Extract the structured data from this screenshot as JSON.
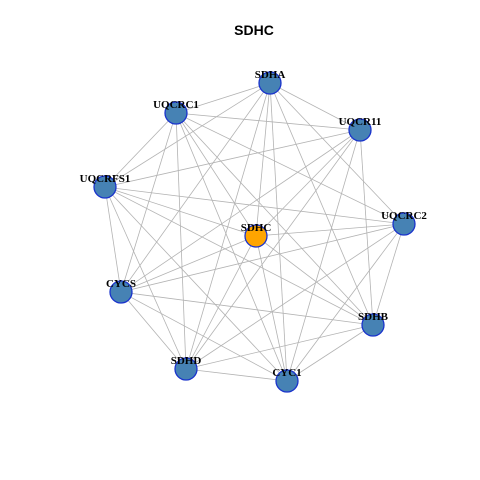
{
  "title": "SDHC",
  "colors": {
    "background": "#ffffff",
    "edge": "#b3b3b3",
    "node_default": "#4682b4",
    "node_highlight": "#ffa500",
    "node_border": "#1a33cc"
  },
  "nodes": [
    {
      "id": "SDHA",
      "label": "SDHA",
      "highlight": false
    },
    {
      "id": "UQCRC1",
      "label": "UQCRC1",
      "highlight": false
    },
    {
      "id": "UQCR11",
      "label": "UQCR11",
      "highlight": false
    },
    {
      "id": "UQCRFS1",
      "label": "UQCRFS1",
      "highlight": false
    },
    {
      "id": "UQCRC2",
      "label": "UQCRC2",
      "highlight": false
    },
    {
      "id": "SDHC",
      "label": "SDHC",
      "highlight": true
    },
    {
      "id": "CYCS",
      "label": "CYCS",
      "highlight": false
    },
    {
      "id": "SDHB",
      "label": "SDHB",
      "highlight": false
    },
    {
      "id": "SDHD",
      "label": "SDHD",
      "highlight": false
    },
    {
      "id": "CYC1",
      "label": "CYC1",
      "highlight": false
    }
  ],
  "edges": [
    [
      "SDHA",
      "UQCRC1"
    ],
    [
      "SDHA",
      "UQCR11"
    ],
    [
      "SDHA",
      "UQCRFS1"
    ],
    [
      "SDHA",
      "UQCRC2"
    ],
    [
      "SDHA",
      "SDHC"
    ],
    [
      "SDHA",
      "CYCS"
    ],
    [
      "SDHA",
      "SDHB"
    ],
    [
      "SDHA",
      "SDHD"
    ],
    [
      "SDHA",
      "CYC1"
    ],
    [
      "UQCRC1",
      "UQCR11"
    ],
    [
      "UQCRC1",
      "UQCRFS1"
    ],
    [
      "UQCRC1",
      "UQCRC2"
    ],
    [
      "UQCRC1",
      "SDHC"
    ],
    [
      "UQCRC1",
      "CYCS"
    ],
    [
      "UQCRC1",
      "SDHB"
    ],
    [
      "UQCRC1",
      "SDHD"
    ],
    [
      "UQCRC1",
      "CYC1"
    ],
    [
      "UQCR11",
      "UQCRFS1"
    ],
    [
      "UQCR11",
      "SDHC"
    ],
    [
      "UQCR11",
      "CYCS"
    ],
    [
      "UQCR11",
      "SDHB"
    ],
    [
      "UQCR11",
      "SDHD"
    ],
    [
      "UQCR11",
      "CYC1"
    ],
    [
      "UQCRFS1",
      "UQCRC2"
    ],
    [
      "UQCRFS1",
      "SDHC"
    ],
    [
      "UQCRFS1",
      "CYCS"
    ],
    [
      "UQCRFS1",
      "SDHB"
    ],
    [
      "UQCRFS1",
      "SDHD"
    ],
    [
      "UQCRFS1",
      "CYC1"
    ],
    [
      "UQCRC2",
      "SDHC"
    ],
    [
      "UQCRC2",
      "CYCS"
    ],
    [
      "UQCRC2",
      "SDHB"
    ],
    [
      "UQCRC2",
      "SDHD"
    ],
    [
      "UQCRC2",
      "CYC1"
    ],
    [
      "SDHC",
      "CYCS"
    ],
    [
      "SDHC",
      "SDHB"
    ],
    [
      "SDHC",
      "SDHD"
    ],
    [
      "SDHC",
      "CYC1"
    ],
    [
      "CYCS",
      "SDHB"
    ],
    [
      "CYCS",
      "SDHD"
    ],
    [
      "CYCS",
      "CYC1"
    ],
    [
      "SDHB",
      "SDHD"
    ],
    [
      "SDHB",
      "CYC1"
    ],
    [
      "SDHD",
      "CYC1"
    ]
  ]
}
